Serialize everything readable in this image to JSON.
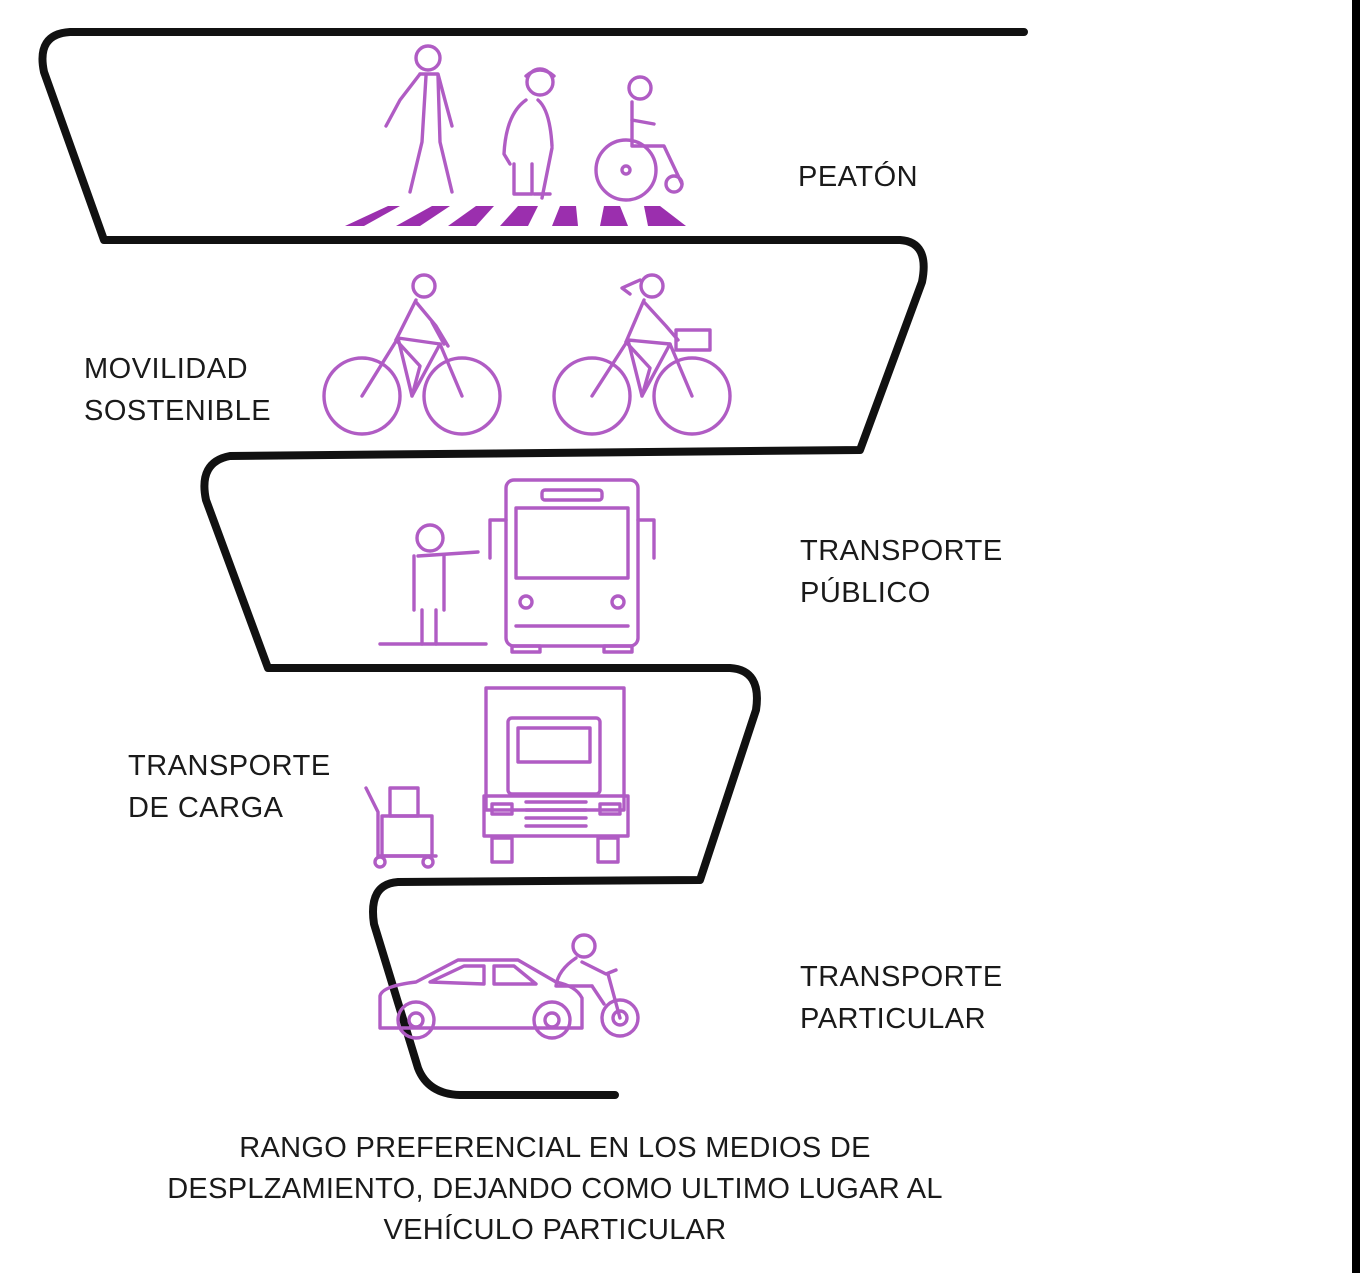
{
  "diagram": {
    "colors": {
      "road": "#111111",
      "icon_stroke": "#b05cc4",
      "icon_fill": "#9b2fae",
      "text": "#1a1a1a"
    },
    "levels": [
      {
        "id": "peaton",
        "lines": [
          "PEATÓN"
        ],
        "icons": [
          "pedestrian-icon",
          "elderly-with-cane-icon",
          "wheelchair-user-icon",
          "crosswalk-icon"
        ]
      },
      {
        "id": "movilidad",
        "lines": [
          "MOVILIDAD",
          "SOSTENIBLE"
        ],
        "icons": [
          "cyclist-icon",
          "cyclist-with-basket-icon"
        ]
      },
      {
        "id": "publico",
        "lines": [
          "TRANSPORTE",
          "PÚBLICO"
        ],
        "icons": [
          "person-hailing-icon",
          "bus-icon"
        ]
      },
      {
        "id": "carga",
        "lines": [
          "TRANSPORTE",
          "DE CARGA"
        ],
        "icons": [
          "hand-truck-icon",
          "truck-icon"
        ]
      },
      {
        "id": "particular",
        "lines": [
          "TRANSPORTE",
          "PARTICULAR"
        ],
        "icons": [
          "car-icon",
          "motorcyclist-icon"
        ]
      }
    ],
    "caption": [
      "RANGO PREFERENCIAL EN LOS MEDIOS DE",
      "DESPLZAMIENTO, DEJANDO COMO ULTIMO LUGAR AL",
      "VEHÍCULO PARTICULAR"
    ]
  }
}
